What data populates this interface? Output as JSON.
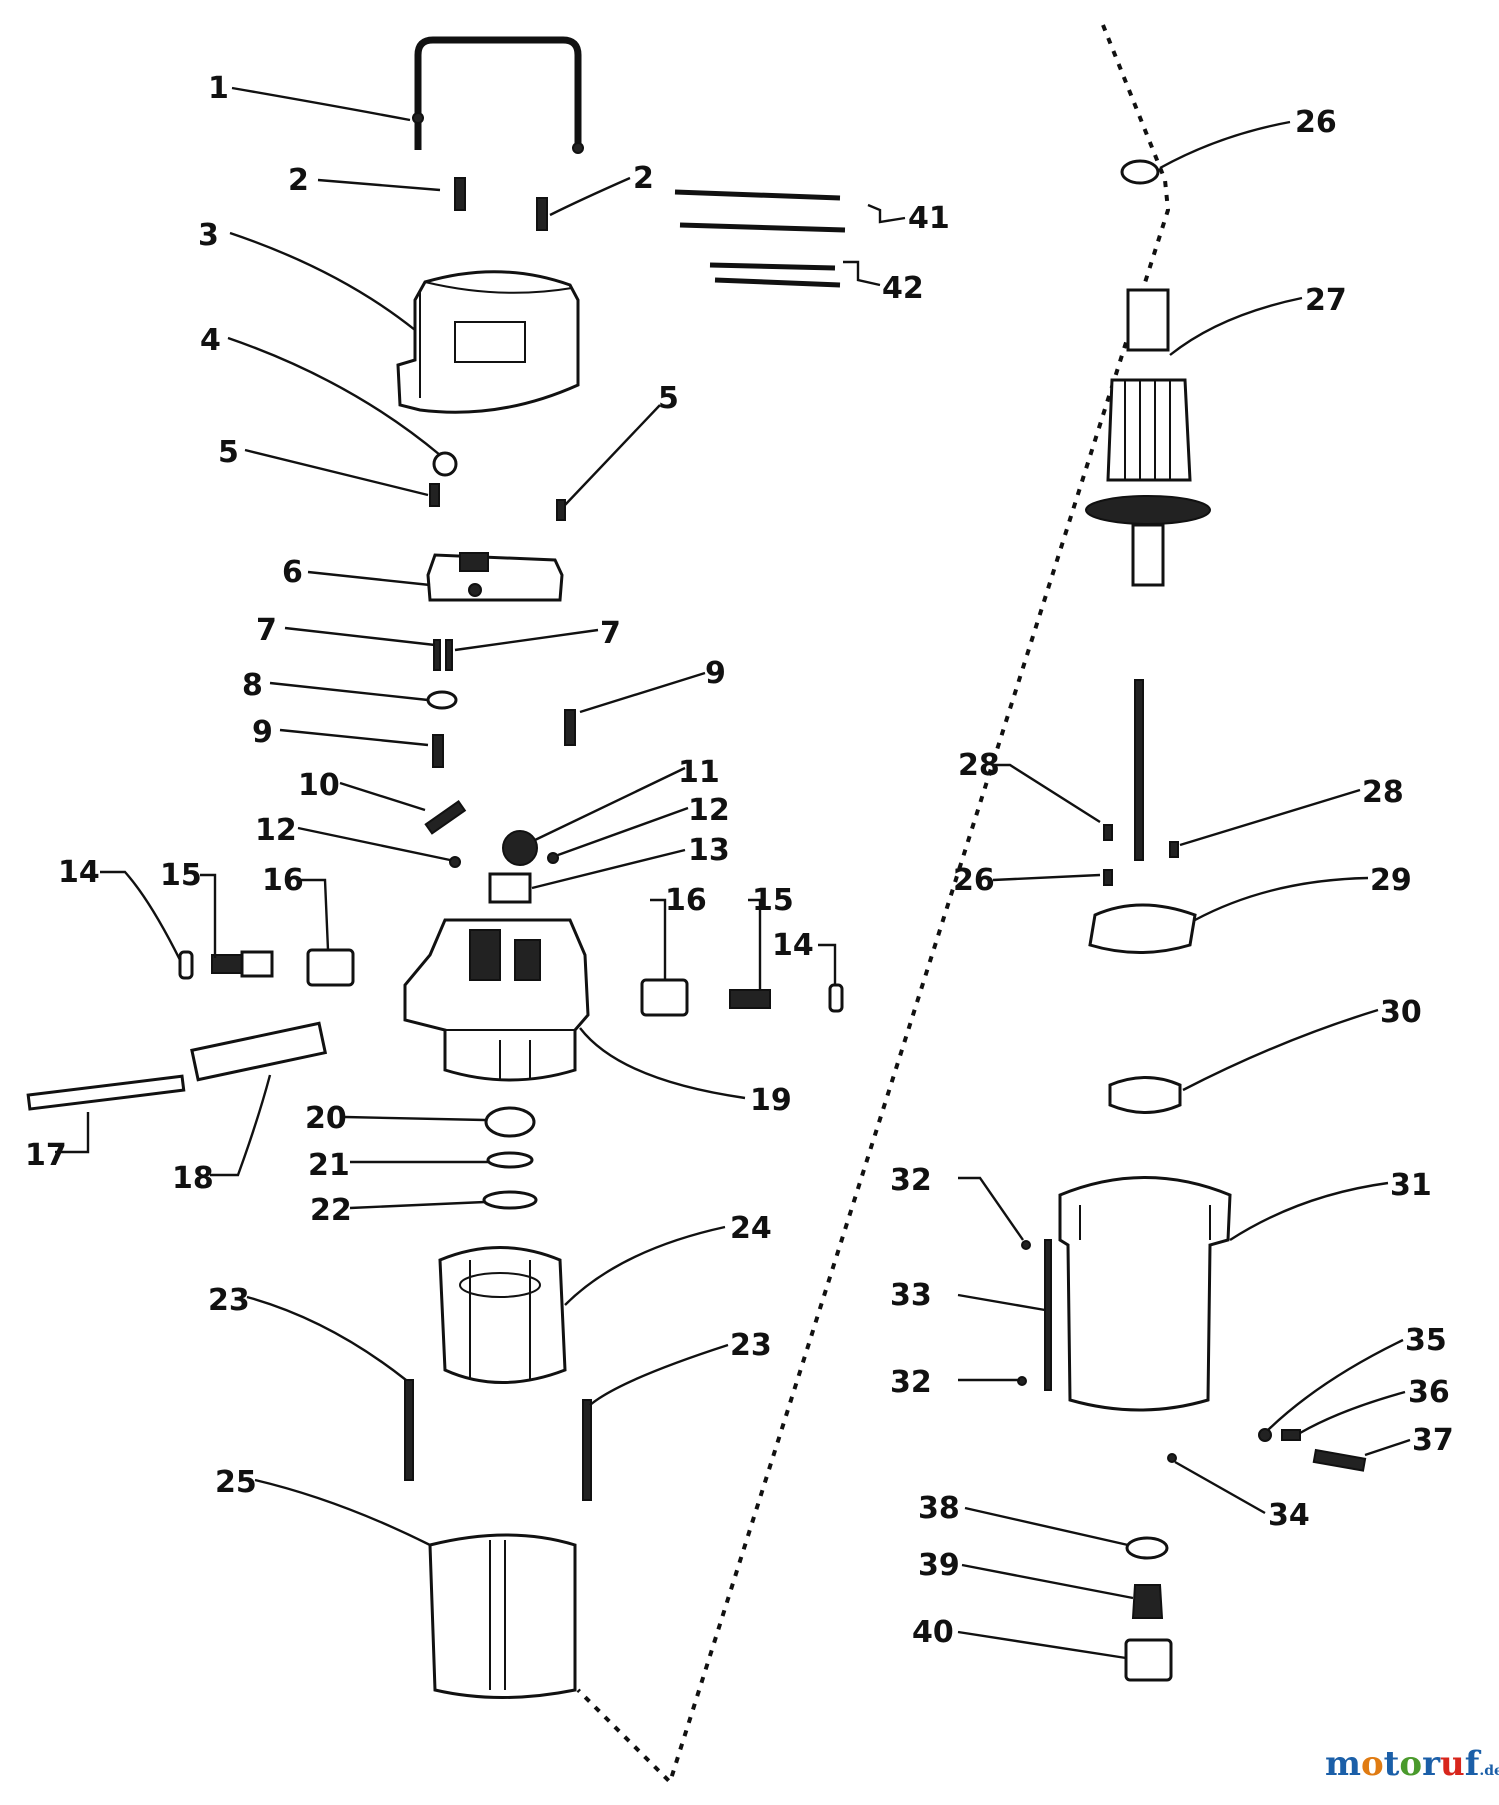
{
  "colors": {
    "ink": "#111111",
    "background": "#ffffff"
  },
  "callouts": [
    "1",
    "2",
    "2",
    "3",
    "4",
    "5",
    "5",
    "6",
    "7",
    "7",
    "8",
    "9",
    "9",
    "10",
    "11",
    "12",
    "12",
    "13",
    "14",
    "15",
    "16",
    "16",
    "15",
    "14",
    "17",
    "18",
    "19",
    "20",
    "21",
    "22",
    "24",
    "23",
    "23",
    "25",
    "26",
    "27",
    "28",
    "28",
    "26",
    "29",
    "30",
    "31",
    "32",
    "33",
    "32",
    "35",
    "36",
    "37",
    "34",
    "38",
    "39",
    "40",
    "41",
    "42"
  ],
  "watermark": {
    "letters": [
      {
        "ch": "m",
        "color": "#1b5fa8"
      },
      {
        "ch": "o",
        "color": "#e07b12"
      },
      {
        "ch": "t",
        "color": "#1b5fa8"
      },
      {
        "ch": "o",
        "color": "#4a9a2c"
      },
      {
        "ch": "r",
        "color": "#1b5fa8"
      },
      {
        "ch": "u",
        "color": "#d8261c"
      },
      {
        "ch": "f",
        "color": "#1b5fa8"
      }
    ],
    "suffix": ".de"
  }
}
